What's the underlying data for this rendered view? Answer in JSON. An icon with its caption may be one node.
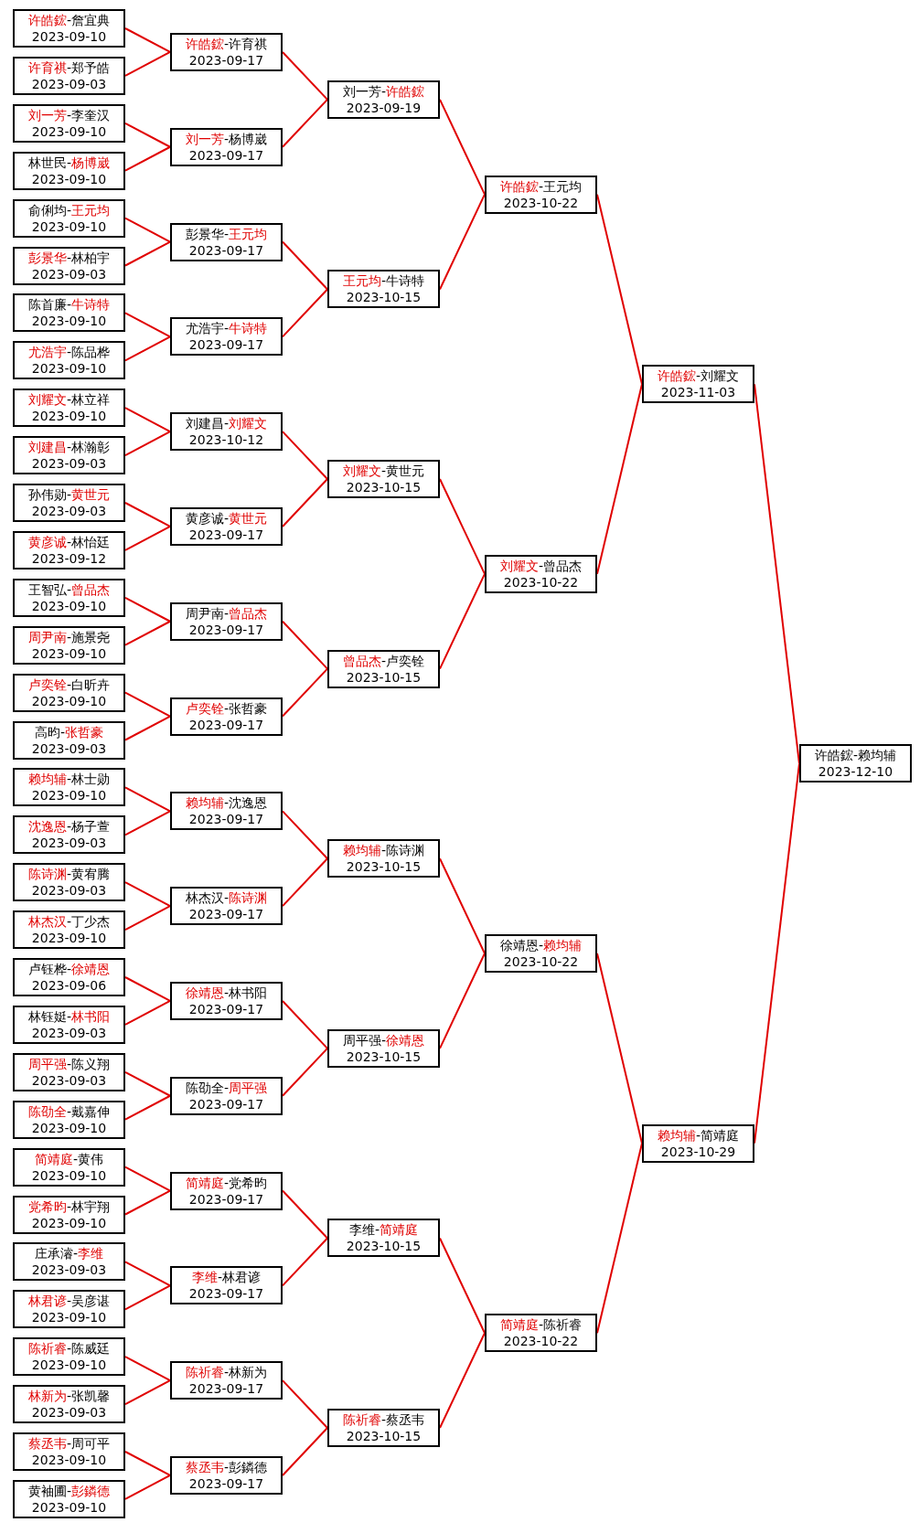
{
  "diagram": {
    "nodes": [
      {
        "text": [
          "许皓鋐-詹宜典",
          "2023-09-10"
        ]
      },
      {
        "text": [
          "许育祺-郑予皓",
          "2023-09-03"
        ]
      },
      {
        "text": [
          "刘一芳-李奎汉",
          "2023-09-10"
        ]
      },
      {
        "text": [
          "林世民-杨博崴",
          "2023-09-10"
        ]
      },
      {
        "text": [
          "俞俐均-王元均",
          "2023-09-10"
        ]
      },
      {
        "text": [
          "彭景华-林柏宇",
          "2023-09-03"
        ]
      },
      {
        "text": [
          "陈首廉-牛诗特",
          "2023-09-10"
        ]
      },
      {
        "text": [
          "尤浩宇-陈品桦",
          "2023-09-10"
        ]
      },
      {
        "text": [
          "刘耀文-林立祥",
          "2023-09-10"
        ]
      },
      {
        "text": [
          "刘建昌-林瀚彰",
          "2023-09-03"
        ]
      },
      {
        "text": [
          "孙伟勋-黄世元",
          "2023-09-03"
        ]
      },
      {
        "text": [
          "黄彦诚-林怡廷",
          "2023-09-12"
        ]
      },
      {
        "text": [
          "王智弘-曾品杰",
          "2023-09-10"
        ]
      },
      {
        "text": [
          "周尹南-施景尧",
          "2023-09-10"
        ]
      },
      {
        "text": [
          "卢奕铨-白昕卉",
          "2023-09-10"
        ]
      },
      {
        "text": [
          "高昀-张哲豪",
          "2023-09-03"
        ]
      },
      {
        "text": [
          "赖均辅-林士勋",
          "2023-09-10"
        ]
      },
      {
        "text": [
          "沈逸恩-杨子萱",
          "2023-09-03"
        ]
      },
      {
        "text": [
          "陈诗渊-黄宥腾",
          "2023-09-03"
        ]
      },
      {
        "text": [
          "林杰汉-丁少杰",
          "2023-09-10"
        ]
      },
      {
        "text": [
          "卢钰桦-徐靖恩",
          "2023-09-06"
        ]
      },
      {
        "text": [
          "林钰娗-林书阳",
          "2023-09-03"
        ]
      },
      {
        "text": [
          "周平强-陈义翔",
          "2023-09-03"
        ]
      },
      {
        "text": [
          "陈劭全-戴嘉伸",
          "2023-09-10"
        ]
      },
      {
        "text": [
          "简靖庭-黄伟",
          "2023-09-10"
        ]
      },
      {
        "text": [
          "党希昀-林宇翔",
          "2023-09-10"
        ]
      },
      {
        "text": [
          "庄承濬-李维",
          "2023-09-03"
        ]
      },
      {
        "text": [
          "林君谚-吴彦谌",
          "2023-09-10"
        ]
      },
      {
        "text": [
          "陈祈睿-陈威廷",
          "2023-09-10"
        ]
      },
      {
        "text": [
          "林新为-张凯馨",
          "2023-09-03"
        ]
      },
      {
        "text": [
          "蔡丞韦-周可平",
          "2023-09-10"
        ]
      },
      {
        "text": [
          "黄袖圃-彭鏻德",
          "2023-09-10"
        ]
      },
      {
        "text": [
          "许皓鋐-许育祺",
          "2023-09-17"
        ]
      },
      {
        "text": [
          "刘一芳-杨博崴",
          "2023-09-17"
        ]
      },
      {
        "text": [
          "彭景华-王元均",
          "2023-09-17"
        ]
      },
      {
        "text": [
          "尤浩宇-牛诗特",
          "2023-09-17"
        ]
      },
      {
        "text": [
          "刘建昌-刘耀文",
          "2023-10-12"
        ]
      },
      {
        "text": [
          "黄彦诚-黄世元",
          "2023-09-17"
        ]
      },
      {
        "text": [
          "周尹南-曾品杰",
          "2023-09-17"
        ]
      },
      {
        "text": [
          "卢奕铨-张哲豪",
          "2023-09-17"
        ]
      },
      {
        "text": [
          "赖均辅-沈逸恩",
          "2023-09-17"
        ]
      },
      {
        "text": [
          "林杰汉-陈诗渊",
          "2023-09-17"
        ]
      },
      {
        "text": [
          "徐靖恩-林书阳",
          "2023-09-17"
        ]
      },
      {
        "text": [
          "陈劭全-周平强",
          "2023-09-17"
        ]
      },
      {
        "text": [
          "简靖庭-党希昀",
          "2023-09-17"
        ]
      },
      {
        "text": [
          "李维-林君谚",
          "2023-09-17"
        ]
      },
      {
        "text": [
          "陈祈睿-林新为",
          "2023-09-17"
        ]
      },
      {
        "text": [
          "蔡丞韦-彭鏻德",
          "2023-09-17"
        ]
      },
      {
        "text": [
          "刘一芳-许皓鋐",
          "2023-09-19"
        ]
      },
      {
        "text": [
          "王元均-牛诗特",
          "2023-10-15"
        ]
      },
      {
        "text": [
          "刘耀文-黄世元",
          "2023-10-15"
        ]
      },
      {
        "text": [
          "曾品杰-卢奕铨",
          "2023-10-15"
        ]
      },
      {
        "text": [
          "赖均辅-陈诗渊",
          "2023-10-15"
        ]
      },
      {
        "text": [
          "周平强-徐靖恩",
          "2023-10-15"
        ]
      },
      {
        "text": [
          "李维-简靖庭",
          "2023-10-15"
        ]
      },
      {
        "text": [
          "陈祈睿-蔡丞韦",
          "2023-10-15"
        ]
      },
      {
        "text": [
          "许皓鋐-王元均",
          "2023-10-22"
        ]
      },
      {
        "text": [
          "刘耀文-曾品杰",
          "2023-10-22"
        ]
      },
      {
        "text": [
          "徐靖恩-赖均辅",
          "2023-10-22"
        ]
      },
      {
        "text": [
          "简靖庭-陈祈睿",
          "2023-10-22"
        ]
      },
      {
        "text": [
          "许皓鋐-刘耀文",
          "2023-11-03"
        ]
      },
      {
        "text": [
          "赖均辅-简靖庭",
          "2023-10-29"
        ]
      },
      {
        "text": [
          "许皓鋐-赖均辅",
          "2023-12-10"
        ]
      }
    ],
    "edges": [
      {
        "from": 0,
        "to": 32,
        "arrow": "none"
      },
      {
        "from": 1,
        "to": 32,
        "arrow": "none"
      },
      {
        "from": 2,
        "to": 33,
        "arrow": "none"
      },
      {
        "from": 3,
        "to": 33,
        "arrow": "none"
      },
      {
        "from": 4,
        "to": 34,
        "arrow": "none"
      },
      {
        "from": 5,
        "to": 34,
        "arrow": "none"
      },
      {
        "from": 6,
        "to": 35,
        "arrow": "none"
      },
      {
        "from": 7,
        "to": 35,
        "arrow": "none"
      },
      {
        "from": 8,
        "to": 36,
        "arrow": "none"
      },
      {
        "from": 9,
        "to": 36,
        "arrow": "none"
      },
      {
        "from": 10,
        "to": 37,
        "arrow": "none"
      },
      {
        "from": 11,
        "to": 37,
        "arrow": "none"
      },
      {
        "from": 12,
        "to": 38,
        "arrow": "none"
      },
      {
        "from": 13,
        "to": 38,
        "arrow": "none"
      },
      {
        "from": 14,
        "to": 39,
        "arrow": "none"
      },
      {
        "from": 15,
        "to": 39,
        "arrow": "none"
      },
      {
        "from": 16,
        "to": 40,
        "arrow": "none"
      },
      {
        "from": 17,
        "to": 40,
        "arrow": "none"
      },
      {
        "from": 18,
        "to": 41,
        "arrow": "none"
      },
      {
        "from": 19,
        "to": 41,
        "arrow": "none"
      },
      {
        "from": 20,
        "to": 42,
        "arrow": "none"
      },
      {
        "from": 21,
        "to": 42,
        "arrow": "none"
      },
      {
        "from": 22,
        "to": 43,
        "arrow": "none"
      },
      {
        "from": 23,
        "to": 43,
        "arrow": "none"
      },
      {
        "from": 24,
        "to": 44,
        "arrow": "none"
      },
      {
        "from": 25,
        "to": 44,
        "arrow": "none"
      },
      {
        "from": 26,
        "to": 45,
        "arrow": "none"
      },
      {
        "from": 27,
        "to": 45,
        "arrow": "none"
      },
      {
        "from": 28,
        "to": 46,
        "arrow": "none"
      },
      {
        "from": 29,
        "to": 46,
        "arrow": "none"
      },
      {
        "from": 30,
        "to": 47,
        "arrow": "none"
      },
      {
        "from": 31,
        "to": 47,
        "arrow": "none"
      },
      {
        "from": 32,
        "to": 48,
        "arrow": "none"
      },
      {
        "from": 33,
        "to": 48,
        "arrow": "none"
      },
      {
        "from": 34,
        "to": 49,
        "arrow": "none"
      },
      {
        "from": 35,
        "to": 49,
        "arrow": "none"
      },
      {
        "from": 36,
        "to": 50,
        "arrow": "none"
      },
      {
        "from": 37,
        "to": 50,
        "arrow": "none"
      },
      {
        "from": 38,
        "to": 51,
        "arrow": "none"
      },
      {
        "from": 39,
        "to": 51,
        "arrow": "none"
      },
      {
        "from": 40,
        "to": 52,
        "arrow": "none"
      },
      {
        "from": 41,
        "to": 52,
        "arrow": "none"
      },
      {
        "from": 42,
        "to": 53,
        "arrow": "none"
      },
      {
        "from": 43,
        "to": 53,
        "arrow": "none"
      },
      {
        "from": 44,
        "to": 54,
        "arrow": "none"
      },
      {
        "from": 45,
        "to": 54,
        "arrow": "none"
      },
      {
        "from": 46,
        "to": 55,
        "arrow": "none"
      },
      {
        "from": 47,
        "to": 55,
        "arrow": "none"
      },
      {
        "from": 48,
        "to": 56,
        "arrow": "none"
      },
      {
        "from": 49,
        "to": 56,
        "arrow": "none"
      },
      {
        "from": 50,
        "to": 57,
        "arrow": "none"
      },
      {
        "from": 51,
        "to": 57,
        "arrow": "none"
      },
      {
        "from": 52,
        "to": 58,
        "arrow": "none"
      },
      {
        "from": 53,
        "to": 58,
        "arrow": "none"
      },
      {
        "from": 54,
        "to": 59,
        "arrow": "none"
      },
      {
        "from": 55,
        "to": 59,
        "arrow": "none"
      },
      {
        "from": 56,
        "to": 60,
        "arrow": "none"
      },
      {
        "from": 57,
        "to": 60,
        "arrow": "none"
      },
      {
        "from": 58,
        "to": 61,
        "arrow": "none"
      },
      {
        "from": 59,
        "to": 61,
        "arrow": "none"
      },
      {
        "from": 60,
        "to": 62,
        "arrow": "none"
      },
      {
        "from": 61,
        "to": 62,
        "arrow": "none"
      }
    ]
  }
}
